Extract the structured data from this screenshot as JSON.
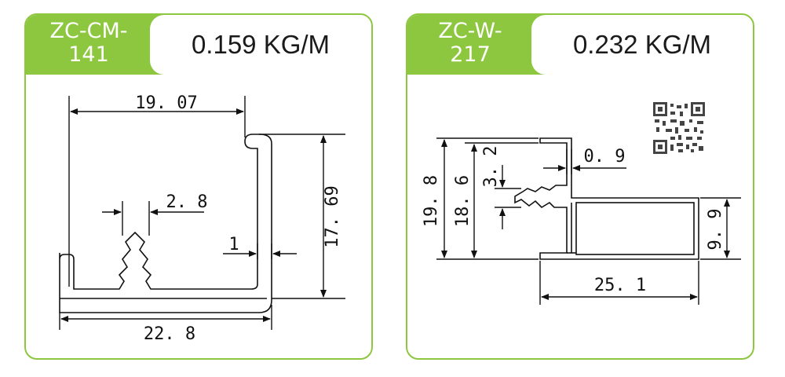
{
  "colors": {
    "accent": "#8dc63f",
    "line": "#111111"
  },
  "profiles": [
    {
      "code_line1": "ZC-CM-",
      "code_line2": "141",
      "weight": "0.159 KG/M",
      "dims": {
        "top_width": "19. 07",
        "height": "17. 69",
        "slot": "2. 8",
        "lip": "1",
        "bottom_width": "22. 8"
      }
    },
    {
      "code_line1": "ZC-W-",
      "code_line2": "217",
      "weight": "0.232 KG/M",
      "dims": {
        "wall": "0. 9",
        "slot": "3. 2",
        "outer_height": "19. 8",
        "inner_height": "18. 6",
        "right_height": "9. 9",
        "width": "25. 1"
      }
    }
  ]
}
